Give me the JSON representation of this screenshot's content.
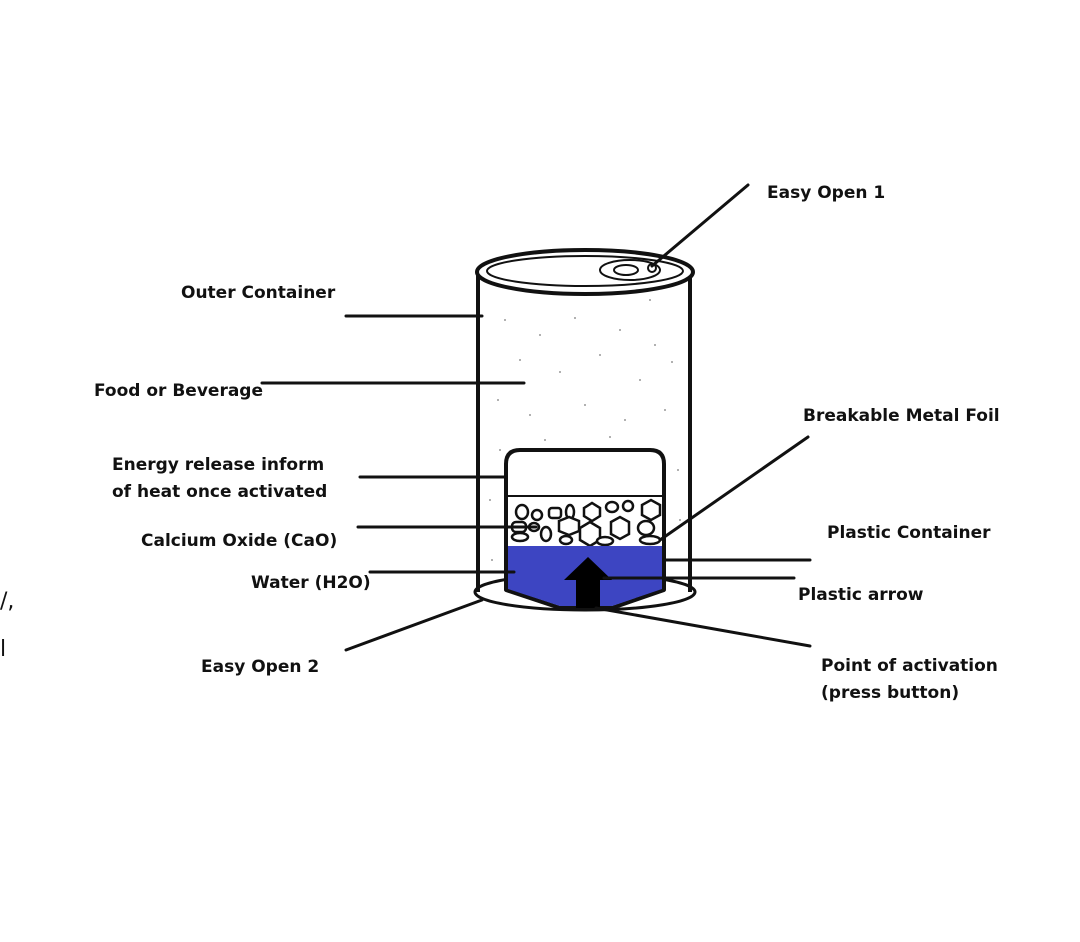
{
  "labels": {
    "easy_open_1": "Easy Open 1",
    "outer_container": "Outer Container",
    "food_or_beverage": "Food or Beverage",
    "breakable_metal_foil": "Breakable Metal Foil",
    "energy_release_line1": "Energy release inform",
    "energy_release_line2": "of heat once activated",
    "calcium_oxide": "Calcium Oxide (CaO)",
    "plastic_container": "Plastic Container",
    "water": "Water (H2O)",
    "plastic_arrow": "Plastic arrow",
    "easy_open_2": "Easy Open 2",
    "point_of_activation_line1": "Point of activation",
    "point_of_activation_line2": "(press button)"
  },
  "edge_fragments": {
    "top": "/,",
    "bottom": "l"
  },
  "colors": {
    "water": "#3d45c2",
    "stroke": "#111111",
    "background": "#ffffff"
  }
}
